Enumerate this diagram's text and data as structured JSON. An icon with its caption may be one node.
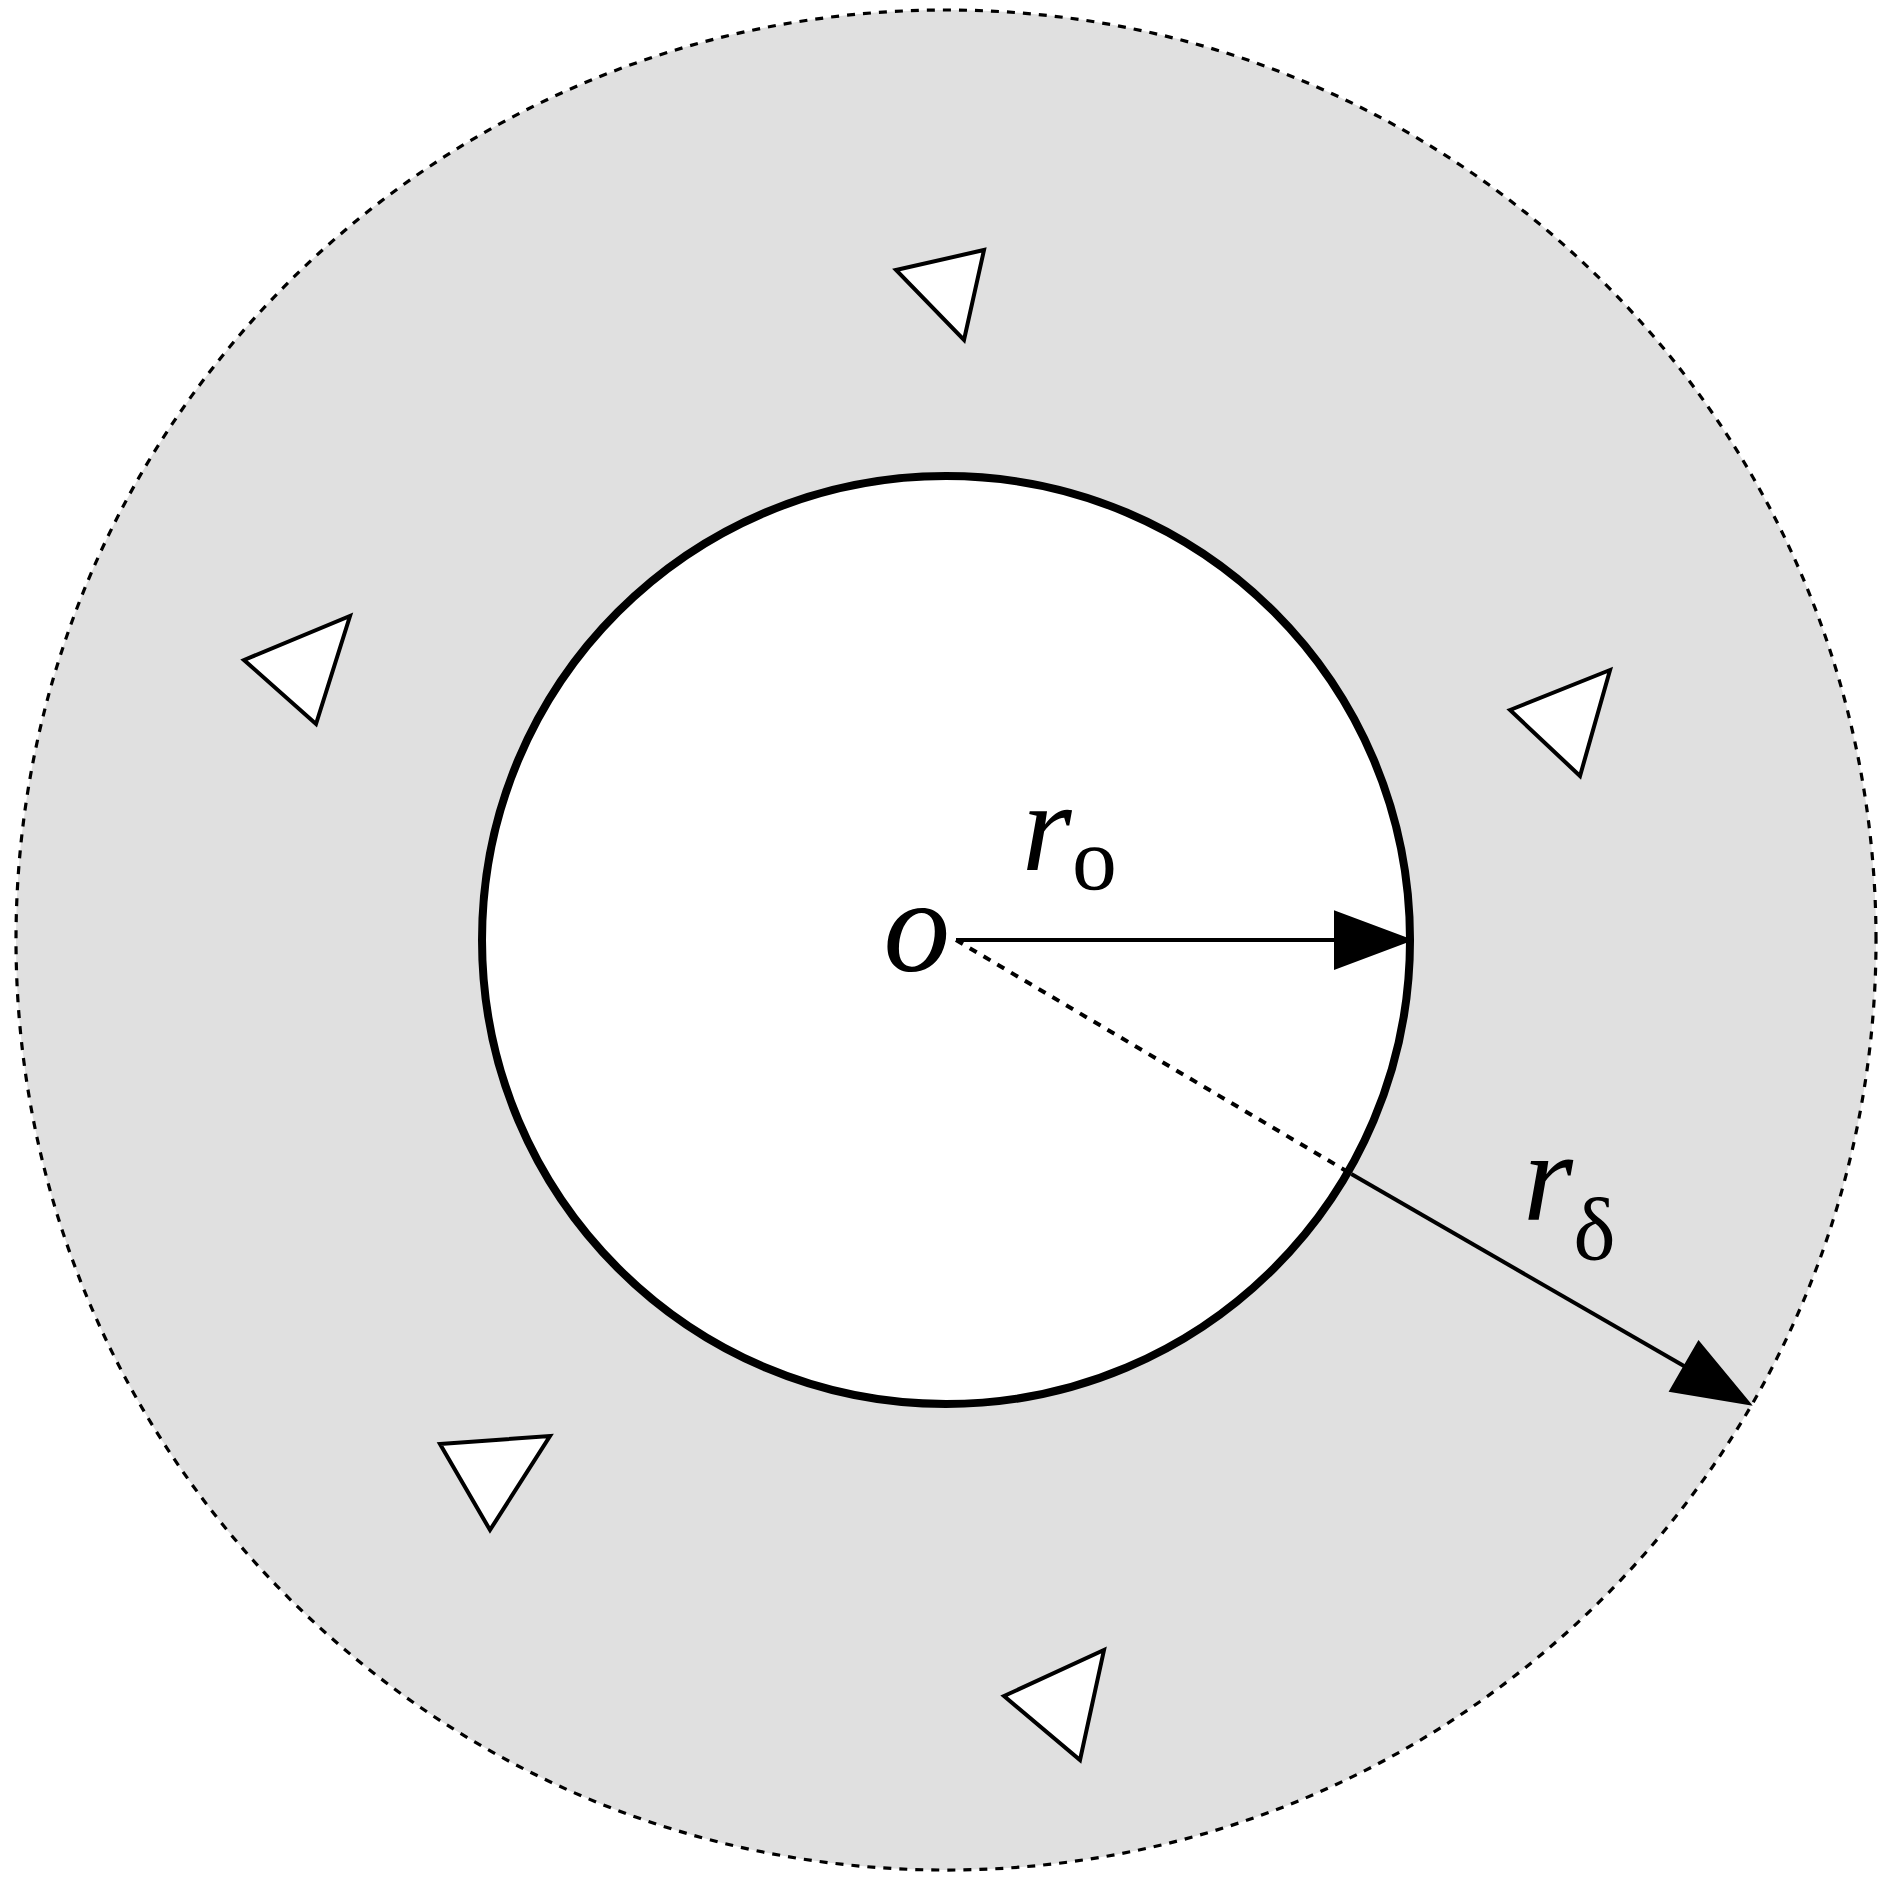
{
  "diagram": {
    "nodes": [
      {
        "text": [],
        "shape": "circle"
      },
      {
        "text": [],
        "shape": "circle",
        "in": 0
      },
      {
        "text": [
          "o"
        ],
        "in": 1
      }
    ],
    "edges": [
      {
        "from": 2,
        "to": 1,
        "arrow": "to",
        "label": "*r*$_{o}$"
      },
      {
        "from": 1,
        "to": 0,
        "arrow": "to",
        "label": "*r*$_{δ}$"
      }
    ]
  }
}
